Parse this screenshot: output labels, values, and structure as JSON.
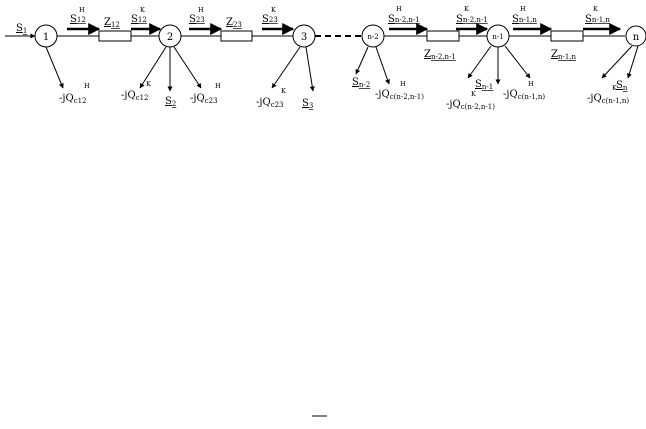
{
  "nodes": [
    {
      "id": "n1",
      "label": "1"
    },
    {
      "id": "n2",
      "label": "2"
    },
    {
      "id": "n3",
      "label": "3"
    },
    {
      "id": "nn2",
      "label": "n-2"
    },
    {
      "id": "nn1",
      "label": "n-1"
    },
    {
      "id": "nn",
      "label": "n"
    }
  ],
  "source": {
    "main": "S",
    "sub": "1"
  },
  "impedances": [
    {
      "main": "Z",
      "sub": "12"
    },
    {
      "main": "Z",
      "sub": "23"
    },
    {
      "main": "Z",
      "sub": "n-2,n-1"
    },
    {
      "main": "Z",
      "sub": "n-1,n"
    }
  ],
  "flows": [
    {
      "main": "S",
      "sup": "H",
      "sub": "12"
    },
    {
      "main": "S",
      "sup": "K",
      "sub": "12"
    },
    {
      "main": "S",
      "sup": "H",
      "sub": "23"
    },
    {
      "main": "S",
      "sup": "K",
      "sub": "23"
    },
    {
      "main": "S",
      "sup": "H",
      "sub": "n-2,n-1"
    },
    {
      "main": "S",
      "sup": "K",
      "sub": "n-2,n-1"
    },
    {
      "main": "S",
      "sup": "H",
      "sub": "n-1,n"
    },
    {
      "main": "S",
      "sup": "K",
      "sub": "n-1,n"
    }
  ],
  "charging": [
    {
      "main": "-jQ",
      "sup": "H",
      "sub": "c12"
    },
    {
      "main": "-jQ",
      "sup": "K",
      "sub": "c12"
    },
    {
      "main": "-jQ",
      "sup": "H",
      "sub": "c23"
    },
    {
      "main": "-jQ",
      "sup": "K",
      "sub": "c23"
    },
    {
      "main": "-jQ",
      "sup": "H",
      "sub": "c(n-2,n-1)"
    },
    {
      "main": "-jQ",
      "sup": "K",
      "sub": "c(n-2,n-1)"
    },
    {
      "main": "-jQ",
      "sup": "H",
      "sub": "c(n-1,n)"
    },
    {
      "main": "-jQ",
      "sup": "K",
      "sub": "c(n-1,n)"
    }
  ],
  "loads": [
    {
      "main": "S",
      "sub": "2"
    },
    {
      "main": "S",
      "sub": "3"
    },
    {
      "main": "S",
      "sub": "n-2"
    },
    {
      "main": "S",
      "sub": "n-1"
    },
    {
      "main": "S",
      "sub": "n"
    }
  ]
}
